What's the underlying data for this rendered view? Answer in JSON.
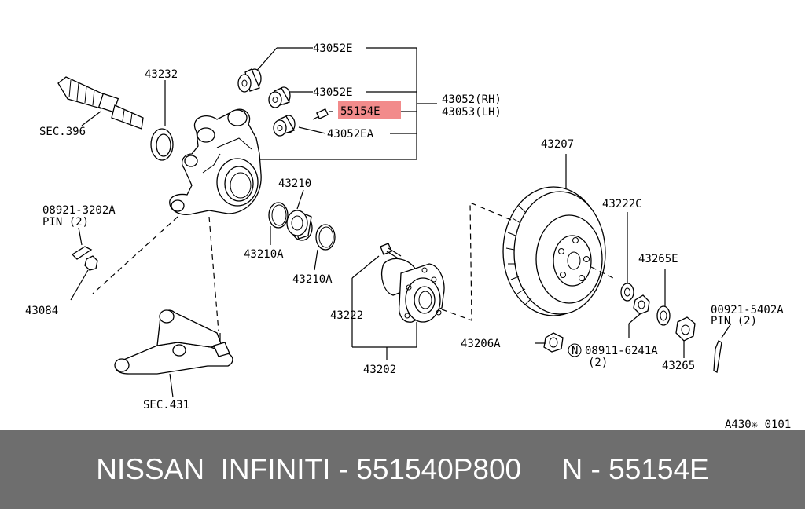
{
  "colors": {
    "highlight": "#f28b8b",
    "footer_bg": "#6e6e6e",
    "footer_text": "#ffffff"
  },
  "labels": {
    "p43052e_top": "43052E",
    "p43052e_mid": "43052E",
    "p55154e": "55154E",
    "p43052ea": "43052EA",
    "p43052_rh": "43052(RH)",
    "p43053_lh": "43053(LH)",
    "p43232": "43232",
    "sec396": "SEC.396",
    "pin_code_left": "08921-3202A",
    "pin_left": "PIN (2)",
    "p43084": "43084",
    "p43210": "43210",
    "p43210a_left": "43210A",
    "p43210a_right": "43210A",
    "p43222": "43222",
    "p43202": "43202",
    "p43207": "43207",
    "p43222c": "43222C",
    "p43265e": "43265E",
    "pin_code_right": "00921-5402A",
    "pin_right": "PIN (2)",
    "p43206a": "43206A",
    "nut_code": "08911-6241A",
    "nut_qty": "(2)",
    "nut_marker": "N",
    "p43265": "43265",
    "sec431": "SEC.431",
    "figure_code": "A430✳ 0101"
  },
  "footer": {
    "text": "NISSAN  INFINITI - 551540P800     N - 55154E"
  }
}
